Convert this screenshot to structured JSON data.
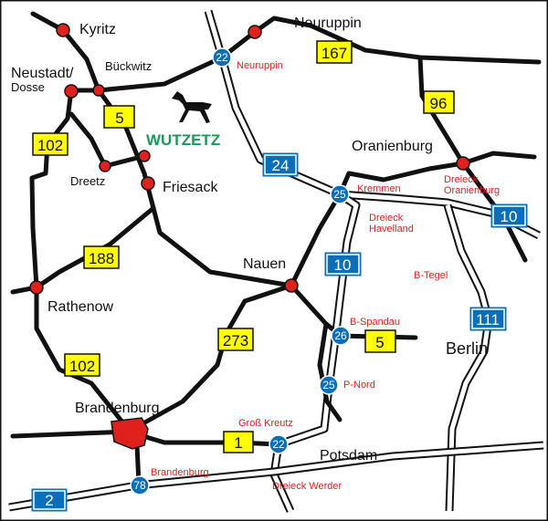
{
  "title_mark": "WUTZETZ",
  "cities": {
    "kyritz": "Kyritz",
    "neuruppin": "Neuruppin",
    "neustadt": "Neustadt/",
    "dosse": "Dosse",
    "bueckwitz": "Bückwitz",
    "dreetz": "Dreetz",
    "friesack": "Friesack",
    "oranienburg": "Oranienburg",
    "nauen": "Nauen",
    "rathenow": "Rathenow",
    "berlin": "Berlin",
    "brandenburg": "Brandenburg",
    "potsdam": "Potsdam"
  },
  "exits": {
    "neuruppin": "Neuruppin",
    "kremmen": "Kremmen",
    "dreieck_havelland_1": "Dreieck",
    "dreieck_havelland_2": "Havelland",
    "dreieck_oranienburg_1": "Dreieck",
    "dreieck_oranienburg_2": "Oranienburg",
    "b_tegel": "B-Tegel",
    "b_spandau": "B-Spandau",
    "p_nord": "P-Nord",
    "gross_kreutz": "Groß Kreutz",
    "brandenburg": "Brandenburg",
    "dreieck_werder": "Dreieck Werder"
  },
  "federal_roads": [
    "5",
    "102",
    "188",
    "102",
    "273",
    "1",
    "5",
    "167",
    "96"
  ],
  "autobahns": [
    "24",
    "10",
    "10",
    "111",
    "2"
  ],
  "junctions": [
    "22",
    "25",
    "26",
    "25",
    "22",
    "78"
  ],
  "colors": {
    "road_shield": "#ffff00",
    "autobahn": "#0a6fb8",
    "town": "#e0201c",
    "label_red": "#e0201c",
    "brand": "#1a9a5a"
  }
}
